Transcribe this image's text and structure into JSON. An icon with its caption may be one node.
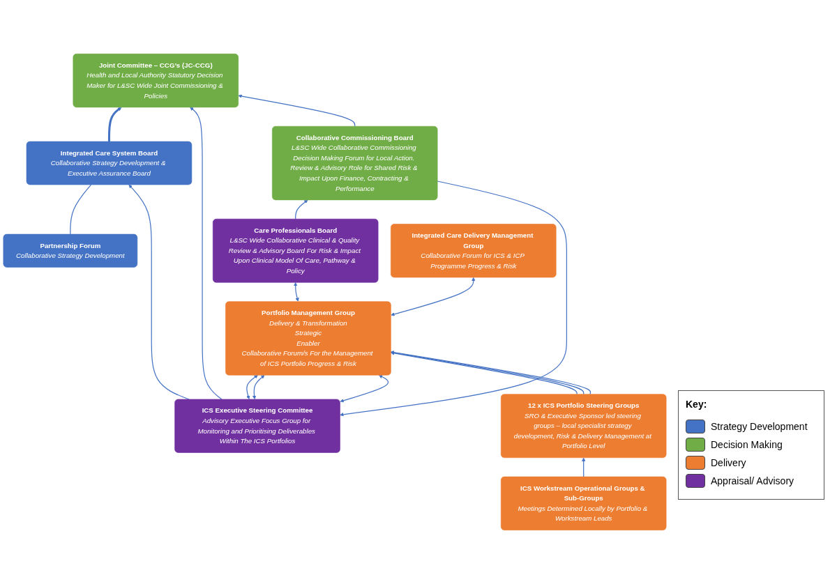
{
  "diagram": {
    "nodes": [
      {
        "text": [
          "Integrated Care System Board",
          "Collaborative Strategy Development & Executive Assurance Board"
        ]
      },
      {
        "text": [
          "Partnership Forum",
          "Collaborative Strategy Development"
        ]
      },
      {
        "text": [
          "Joint Committee – CCG’s (JC-CCG)",
          "Health and Local Authority Statutory Decision Maker for L&SC Wide Joint Commissioning & Policies"
        ]
      },
      {
        "text": [
          "ICS Executive Steering Committee",
          "Advisory Executive Focus Group for Monitoring and Prioritising Deliverables Within The ICS Portfolios"
        ]
      },
      {
        "text": [
          "Collaborative Commissioning Board",
          "L&SC Wide Collaborative Commissioning Decision Making Forum for Local Action. Review & Advisory Role for Shared Risk & Impact Upon Finance, Contracting & Performance"
        ]
      },
      {
        "text": [
          "Portfolio Management Group",
          "Delivery & Transformation",
          "Strategic",
          "Enabler",
          "Collaborative Forum/s For the Management of ICS Portfolio Progress & Risk"
        ]
      },
      {
        "text": [
          "Care Professionals Board",
          "L&SC Wide Collaborative Clinical & Quality Review & Advisory Board For Risk & Impact Upon Clinical Model Of Care, Pathway & Policy"
        ]
      },
      {
        "text": [
          "Integrated Care Delivery Management Group",
          "Collaborative Forum for ICS & ICP Programme Progress & Risk"
        ]
      },
      {
        "text": [
          "12 x ICS Portfolio Steering Groups",
          "SRO & Executive Sponsor led steering groups – local specialist strategy development, Risk & Delivery Management at Portfolio Level"
        ]
      },
      {
        "text": [
          "ICS Workstream Operational Groups & Sub-Groups",
          "Meetings Determined Locally by Portfolio & Workstream Leads"
        ]
      }
    ],
    "edges": [
      {
        "from": 1,
        "to": 0,
        "arrow": "none"
      },
      {
        "from": 3,
        "to": 0,
        "arrow": "to"
      },
      {
        "from": 0,
        "to": 2,
        "arrow": "to",
        "style": "thick"
      },
      {
        "from": 3,
        "to": 2,
        "arrow": "to"
      },
      {
        "from": 4,
        "to": 2,
        "arrow": "to"
      },
      {
        "from": 4,
        "to": 3,
        "arrow": "to"
      },
      {
        "from": 3,
        "to": 5,
        "arrow": "both"
      },
      {
        "from": 3,
        "to": 5,
        "arrow": "both"
      },
      {
        "from": 3,
        "to": 5,
        "arrow": "both"
      },
      {
        "from": 5,
        "to": 6,
        "arrow": "both"
      },
      {
        "from": 5,
        "to": 7,
        "arrow": "both"
      },
      {
        "from": 8,
        "to": 5,
        "arrow": "to"
      },
      {
        "from": 8,
        "to": 5,
        "arrow": "to"
      },
      {
        "from": 8,
        "to": 5,
        "arrow": "to"
      },
      {
        "from": 9,
        "to": 8,
        "arrow": "to"
      },
      {
        "from": 6,
        "to": 4,
        "arrow": "to"
      }
    ],
    "labels": [
      "Key:"
    ],
    "legend": [
      {
        "text": "Strategy Development",
        "color": "#4472c4"
      },
      {
        "text": "Decision Making",
        "color": "#70ad47"
      },
      {
        "text": "Delivery",
        "color": "#ed7d31"
      },
      {
        "text": "Appraisal/ Advisory",
        "color": "#7030a0"
      }
    ]
  }
}
